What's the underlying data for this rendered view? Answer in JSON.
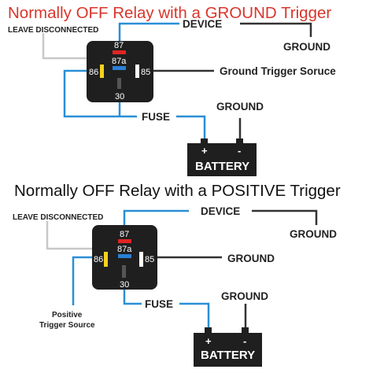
{
  "colors": {
    "title_top": "#d9352b",
    "wire_blue": "#2a8fd6",
    "wire_gray": "#c8c8c8",
    "wire_dark": "#333333",
    "pin87": "#e02424",
    "pin87a": "#2a7fd6",
    "pin86": "#f4d31a",
    "pin85": "#ffffff",
    "relay": "#1f1f1f",
    "battery": "#1f1f1f"
  },
  "top": {
    "title": "Normally OFF Relay with a GROUND Trigger",
    "leave_disconnected": "LEAVE DISCONNECTED",
    "device": "DEVICE",
    "ground_device": "GROUND",
    "trigger_label": "Ground Trigger Soruce",
    "fuse": "FUSE",
    "ground_battery": "GROUND",
    "battery": {
      "label": "BATTERY",
      "plus": "+",
      "minus": "-"
    },
    "pins": {
      "p87": "87",
      "p87a": "87a",
      "p86": "86",
      "p85": "85",
      "p30": "30"
    }
  },
  "bottom": {
    "title": "Normally OFF Relay with a POSITIVE Trigger",
    "leave_disconnected": "LEAVE DISCONNECTED",
    "device": "DEVICE",
    "ground_device": "GROUND",
    "ground_85": "GROUND",
    "trigger_label_line1": "Positive",
    "trigger_label_line2": "Trigger Source",
    "fuse": "FUSE",
    "ground_battery": "GROUND",
    "battery": {
      "label": "BATTERY",
      "plus": "+",
      "minus": "-"
    },
    "pins": {
      "p87": "87",
      "p87a": "87a",
      "p86": "86",
      "p85": "85",
      "p30": "30"
    }
  }
}
